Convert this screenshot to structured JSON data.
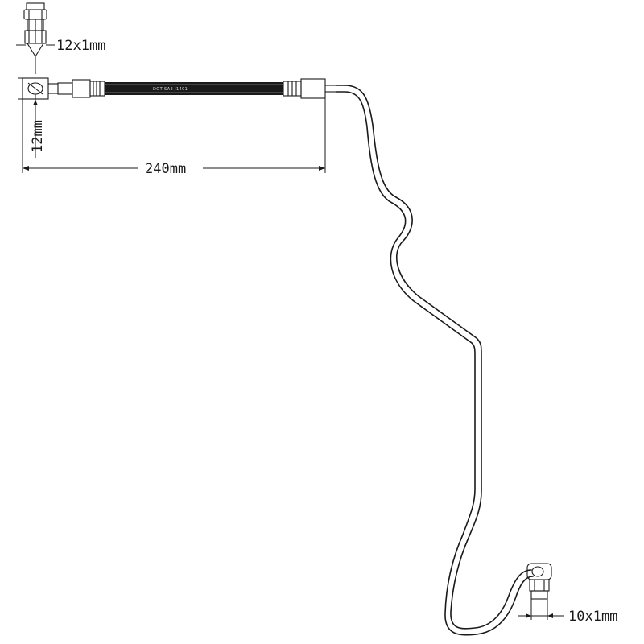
{
  "labels": {
    "thread_top": "12x1mm",
    "thread_bottom": "10x1mm",
    "length": "240mm",
    "bracket": "12mm"
  },
  "colors": {
    "line": "#1a1a1a",
    "hose": "#1a1a1a",
    "background": "#ffffff"
  }
}
